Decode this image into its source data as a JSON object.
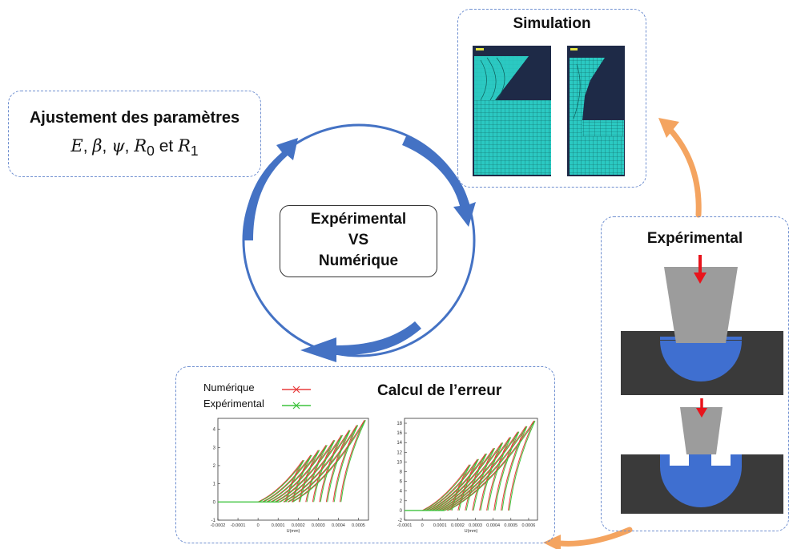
{
  "center": {
    "line1": "Expérimental",
    "line2": "VS",
    "line3": "Numérique"
  },
  "params": {
    "title": "Ajustement des paramètres",
    "formula_parts": [
      "E",
      ", ",
      "β",
      ", ",
      "ψ",
      ", ",
      "R",
      "0",
      " et ",
      "R",
      "1"
    ]
  },
  "simulation": {
    "title": "Simulation"
  },
  "experimental": {
    "title": "Expérimental"
  },
  "calcul": {
    "title": "Calcul de l’erreur",
    "legend": [
      {
        "label": "Numérique",
        "color": "#e83b3b"
      },
      {
        "label": "Expérimental",
        "color": "#3fc43f"
      }
    ]
  },
  "chart_data": [
    {
      "type": "line",
      "xlabel": "U(mm)",
      "ylabel": "",
      "xlim": [
        -0.0002,
        0.00055
      ],
      "ylim": [
        -1,
        4.6
      ],
      "x_ticks": [
        "-0.0002",
        "-0.0001",
        "0",
        "0.0001",
        "0.0002",
        "0.0003",
        "0.0004",
        "0.0005"
      ],
      "y_ticks": [
        "-1",
        "0",
        "1",
        "2",
        "3",
        "4"
      ],
      "series": [
        {
          "name": "Numérique",
          "color": "#e83b3b"
        },
        {
          "name": "Expérimental",
          "color": "#3fc43f"
        }
      ]
    },
    {
      "type": "line",
      "xlabel": "U(mm)",
      "ylabel": "",
      "xlim": [
        -0.0001,
        0.00065
      ],
      "ylim": [
        -2,
        19
      ],
      "x_ticks": [
        "-0.0001",
        "0",
        "0.0001",
        "0.0002",
        "0.0003",
        "0.0004",
        "0.0005",
        "0.0006"
      ],
      "y_ticks": [
        "-2",
        "0",
        "2",
        "4",
        "6",
        "8",
        "10",
        "12",
        "14",
        "16",
        "18"
      ],
      "series": [
        {
          "name": "Numérique",
          "color": "#e83b3b"
        },
        {
          "name": "Expérimental",
          "color": "#3fc43f"
        }
      ]
    }
  ],
  "colors": {
    "cycle_arrow": "#4472c4",
    "flow_arrow": "#f4a460",
    "mesh_fill": "#2bc9c2",
    "mesh_bg": "#1e2a47",
    "specimen_dark": "#3a3a3a",
    "specimen_indent": "#3f6fd0",
    "indenter": "#9c9c9c",
    "force_arrow": "#e8141c"
  }
}
